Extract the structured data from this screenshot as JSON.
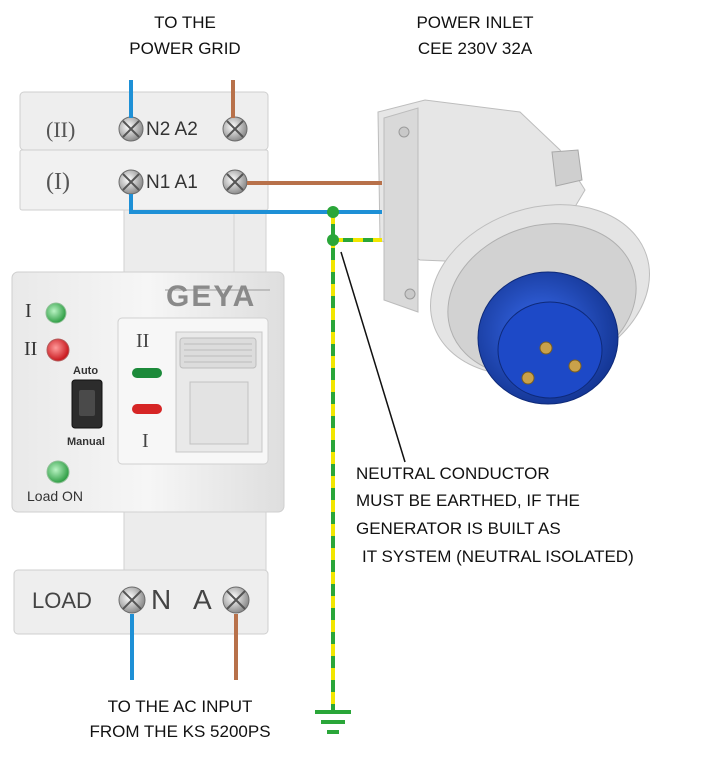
{
  "labels": {
    "grid_line1": "TO THE",
    "grid_line2": "POWER GRID",
    "inlet_line1": "POWER INLET",
    "inlet_line2": "CEE 230V 32A",
    "note_line1": "NEUTRAL CONDUCTOR",
    "note_line2": "MUST BE EARTHED, IF THE",
    "note_line3": "GENERATOR IS BUILT AS",
    "note_line4": "IT SYSTEM (NEUTRAL ISOLATED)",
    "ac_line1": "TO THE AC INPUT",
    "ac_line2": "FROM THE KS 5200PS"
  },
  "device": {
    "brand": "GEYA",
    "row_ii": "(II)",
    "row_i": "(I)",
    "n2_a2": "N2 A2",
    "n1_a1": "N1 A1",
    "led_i": "I",
    "led_ii": "II",
    "switch_top": "Auto",
    "switch_bottom": "Manual",
    "load_on": "Load ON",
    "window_ii": "II",
    "window_i": "I",
    "load": "LOAD",
    "n": "N",
    "a": "A"
  },
  "colors": {
    "neutral_wire": "#1e90d6",
    "phase_wire": "#b8714a",
    "earth_green": "#2aa639",
    "earth_yellow": "#f2e600",
    "plug_blue": "#1f4fd0",
    "led_green": "#3cbf58",
    "led_red": "#e0232a"
  }
}
